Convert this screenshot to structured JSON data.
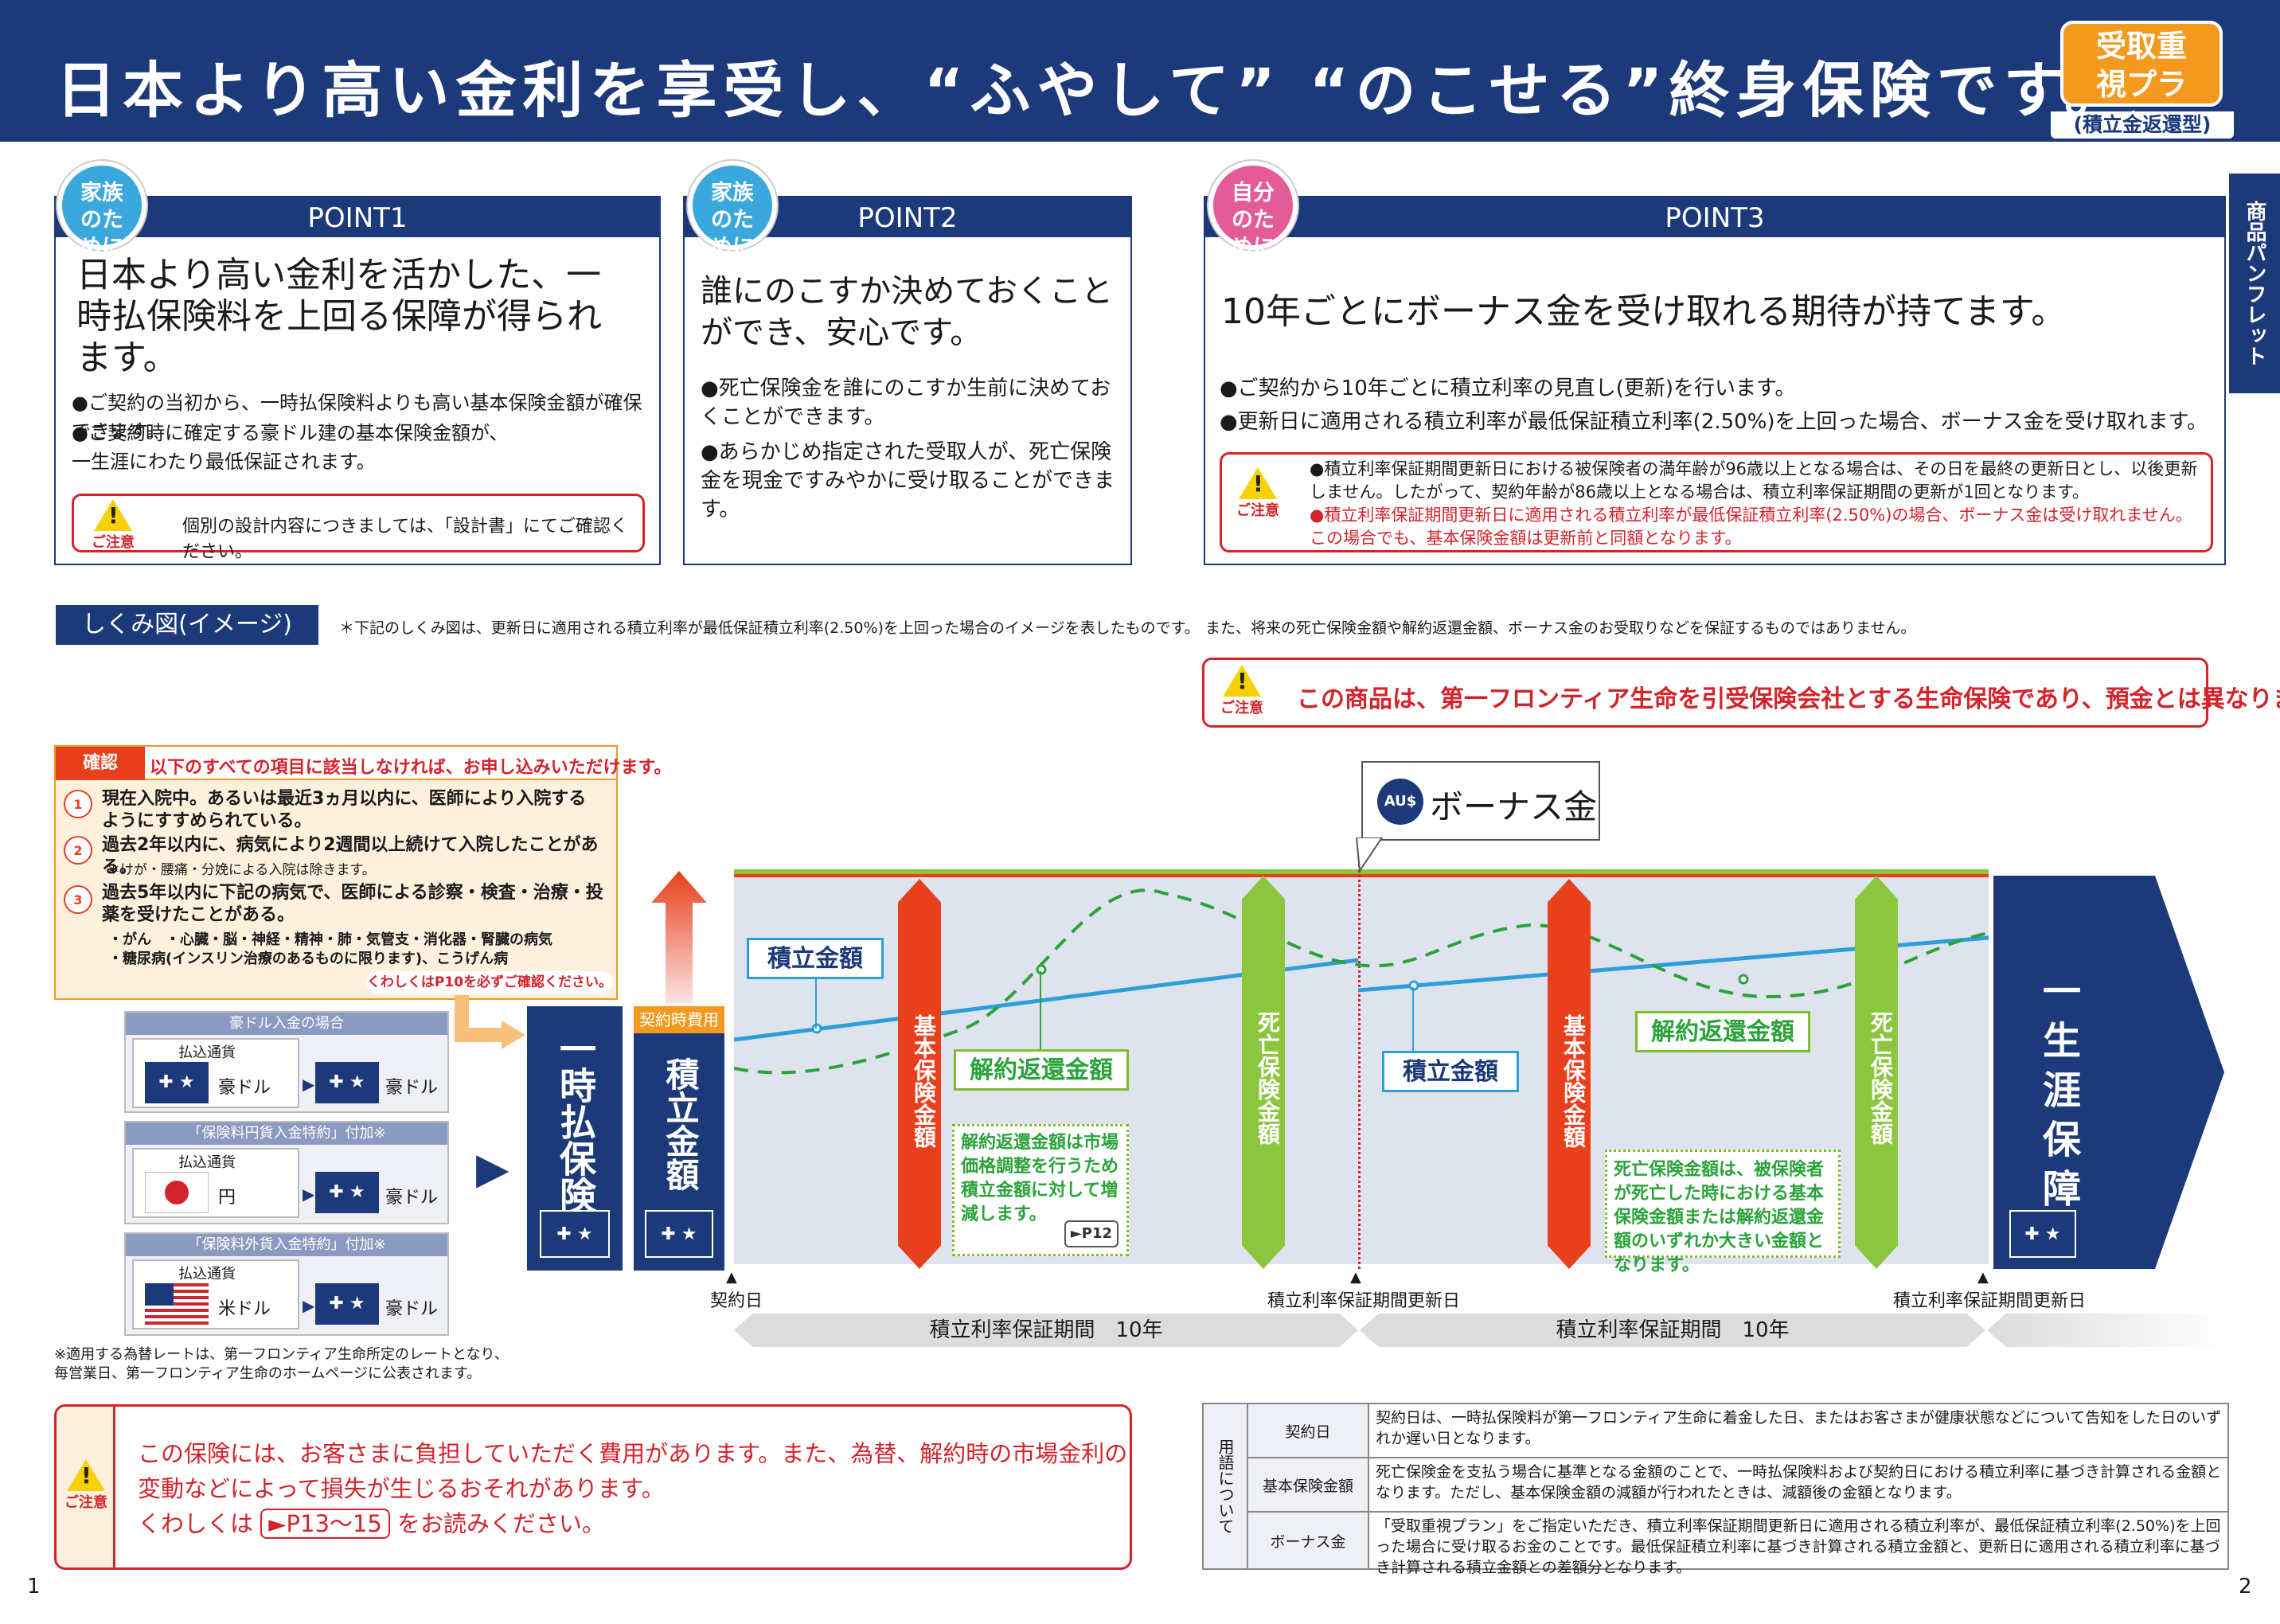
{
  "header": {
    "title": "日本より高い金利を享受し、“ふやして” “のこせる”終身保険です。",
    "plan_badge": "受取重視プラン",
    "plan_sub": "(積立金返還型)"
  },
  "side_tab": "商品パンフレット",
  "points": [
    {
      "badge": "家族のために",
      "title": "POINT1",
      "headline": "日本より高い金利を活かした、一時払保険料を上回る保障が得られます。",
      "bullets": [
        "●ご契約の当初から、一時払保険料よりも高い基本保険金額が確保できます。",
        "●ご契約時に確定する豪ドル建の基本保険金額が、一生涯にわたり最低保証されます。"
      ],
      "caution": "個別の設計内容につきましては、「設計書」にてご確認ください。"
    },
    {
      "badge": "家族のために",
      "title": "POINT2",
      "headline": "誰にのこすか決めておくことができ、安心です。",
      "bullets": [
        "●死亡保険金を誰にのこすか生前に決めておくことができます。",
        "●あらかじめ指定された受取人が、死亡保険金を現金ですみやかに受け取ることができます。"
      ]
    },
    {
      "badge": "自分のために",
      "title": "POINT3",
      "headline": "10年ごとにボーナス金を受け取れる期待が持てます。",
      "bullets": [
        "●ご契約から10年ごとに積立利率の見直し(更新)を行います。",
        "●更新日に適用される積立利率が最低保証積立利率(2.50%)を上回った場合、ボーナス金を受け取れます。"
      ],
      "caution_lines": [
        "●積立利率保証期間更新日における被保険者の満年齢が96歳以上となる場合は、その日を最終の更新日とし、以後更新しません。したがって、契約年齢が86歳以上となる場合は、積立利率保証期間の更新が1回となります。",
        "●積立利率保証期間更新日に適用される積立利率が最低保証積立利率(2.50%)の場合、ボーナス金は受け取れません。この場合でも、基本保険金額は更新前と同額となります。"
      ]
    }
  ],
  "caution_label": "ご注意",
  "shikumi": {
    "label": "しくみ図(イメージ)",
    "note1": "＊下記のしくみ図は、更新日に適用される積立利率が最低保証積立利率(2.50%)を上回った場合のイメージを表したものです。",
    "note2": "また、将来の死亡保険金額や解約返還金額、ボーナス金のお受取りなどを保証するものではありません。"
  },
  "deposit_warning": "この商品は、第一フロンティア生命を引受保険会社とする生命保険であり、預金とは異なります。",
  "confirm": {
    "tag": "確認",
    "title": "以下のすべての項目に該当しなければ、お申し込みいただけます。",
    "items": [
      "現在入院中。あるいは最近3ヵ月以内に、医師により入院するようにすすめられている。",
      "過去2年以内に、病気により2週間以上続けて入院したことがある。",
      "過去5年以内に下記の病気で、医師による診察・検査・治療・投薬を受けたことがある。"
    ],
    "item2_note": "＊けが・腰痛・分娩による入院は除きます。",
    "diseases1": "・がん　・心臓・脳・神経・精神・肺・気管支・消化器・腎臓の病気",
    "diseases2": "・糖尿病(インスリン治療のあるものに限ります)、こうげん病",
    "see": "くわしくはP10を必ずご確認ください。"
  },
  "currency_boxes": [
    {
      "title": "豪ドル入金の場合",
      "label": "払込通貨",
      "from": "豪ドル",
      "to": "豪ドル"
    },
    {
      "title": "「保険料円貨入金特約」付加※",
      "label": "払込通貨",
      "from": "円",
      "to": "豪ドル"
    },
    {
      "title": "「保険料外貨入金特約」付加※",
      "label": "払込通貨",
      "from": "米ドル",
      "to": "豪ドル"
    }
  ],
  "rate_note": "※適用する為替レートは、第一フロンティア生命所定のレートとなり、毎営業日、第一フロンティア生命のホームページに公表されます。",
  "diagram": {
    "premium": "一時払保険料",
    "contract_cost": "契約時費用",
    "reserve": "積立金額",
    "bonus": "ボーナス金",
    "aud": "AU$",
    "tsumitate": "積立金額",
    "kihon": "基本保険金額",
    "kaiyaku": "解約返還金額",
    "shibou": "死亡保険金額",
    "lifetime": "一生涯保障",
    "note_kaiyaku": "解約返還金額は市場価格調整を行うため積立金額に対して増減します。",
    "note_ref": "►P12",
    "note_shibou": "死亡保険金額は、被保険者が死亡した時における基本保険金額または解約返還金額のいずれか大きい金額となります。",
    "start": "契約日",
    "renewal": "積立利率保証期間更新日",
    "period": "積立利率保証期間　10年"
  },
  "cost_warning": {
    "line1": "この保険には、お客さまに負担していただく費用があります。また、為替、解約時の市場金利の",
    "line2": "変動などによって損失が生じるおそれがあります。",
    "line3a": "くわしくは",
    "ref": "►P13〜15",
    "line3b": "をお読みください。"
  },
  "terms": {
    "head": "用語について",
    "rows": [
      {
        "k": "契約日",
        "v": "契約日は、一時払保険料が第一フロンティア生命に着金した日、またはお客さまが健康状態などについて告知をした日のいずれか遅い日となります。"
      },
      {
        "k": "基本保険金額",
        "v": "死亡保険金を支払う場合に基準となる金額のことで、一時払保険料および契約日における積立利率に基づき計算される金額となります。ただし、基本保険金額の減額が行われたときは、減額後の金額となります。"
      },
      {
        "k": "ボーナス金",
        "v": "「受取重視プラン」をご指定いただき、積立利率保証期間更新日に適用される積立利率が、最低保証積立利率(2.50%)を上回った場合に受け取るお金のことです。最低保証積立利率に基づき計算される積立金額と、更新日に適用される積立利率に基づき計算される積立金額との差額分となります。"
      }
    ]
  },
  "page_left": "1",
  "page_right": "2",
  "colors": {
    "navy": "#1c3a7a",
    "red": "#d3242c",
    "green": "#8cc63f",
    "orange": "#f39a1e",
    "redbar": "#e8401c"
  }
}
